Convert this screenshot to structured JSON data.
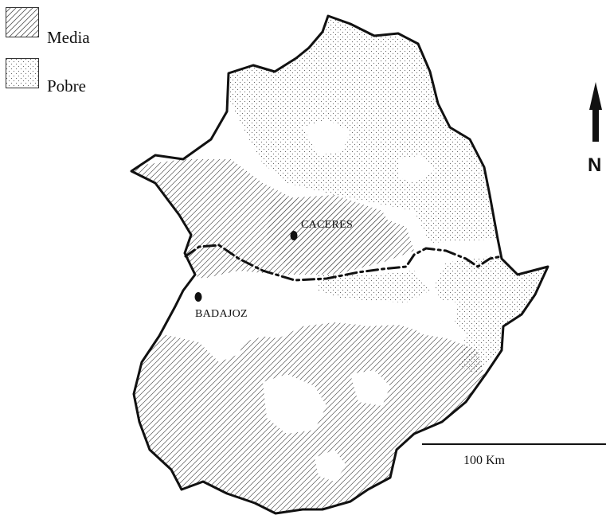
{
  "legend": {
    "items": [
      {
        "label": "Media",
        "pattern": "hatch"
      },
      {
        "label": "Pobre",
        "pattern": "dots"
      }
    ]
  },
  "cities": [
    {
      "name": "CACERES"
    },
    {
      "name": "BADAJOZ"
    }
  ],
  "scale_bar": {
    "label": "100 Km"
  },
  "north_arrow": {
    "label": "N"
  },
  "colors": {
    "ink": "#111111",
    "background": "#ffffff"
  }
}
